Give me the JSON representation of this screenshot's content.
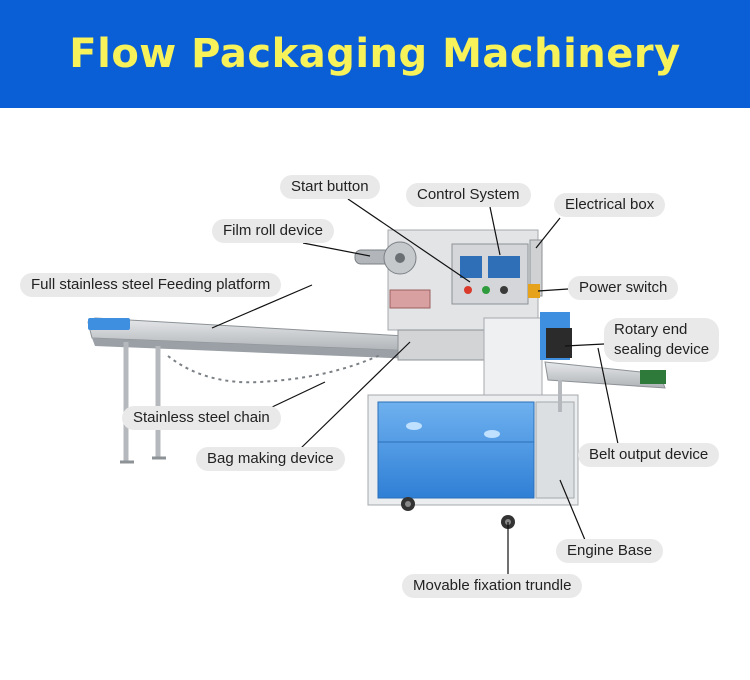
{
  "title": "Flow Packaging Machinery",
  "labels": {
    "start_button": "Start button",
    "control_system": "Control System",
    "electrical_box": "Electrical box",
    "film_roll": "Film roll device",
    "feeding_platform": "Full stainless steel Feeding platform",
    "power_switch": "Power switch",
    "rotary_end_line1": "Rotary end",
    "rotary_end_line2": "sealing device",
    "steel_chain": "Stainless steel chain",
    "bag_making": "Bag making device",
    "belt_output": "Belt output device",
    "engine_base": "Engine Base",
    "trundle": "Movable fixation trundle"
  },
  "colors": {
    "banner": "#0b5fd6",
    "title": "#f7f25a",
    "label_bg": "#e9e9e9",
    "machine_blue": "#3f8fe0",
    "steel": "#c9cccf"
  }
}
